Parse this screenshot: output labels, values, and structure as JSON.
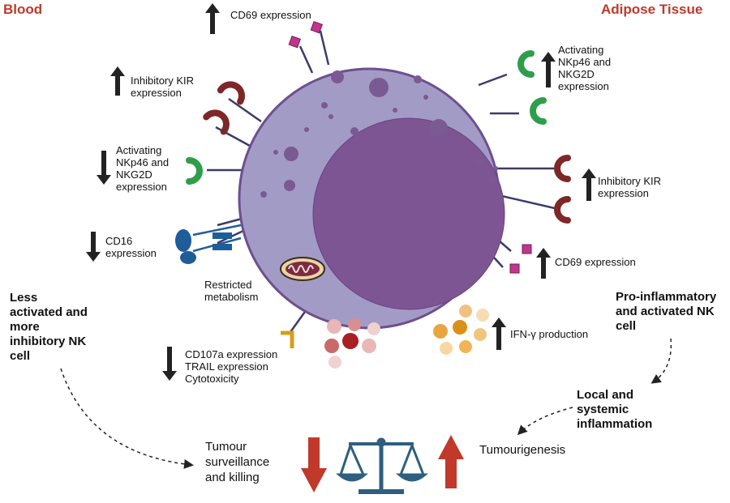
{
  "headers": {
    "blood": "Blood",
    "adipose": "Adipose Tissue"
  },
  "left": {
    "inhibitory_kir": [
      "Inhibitory KIR",
      "expression"
    ],
    "activating": [
      "Activating",
      "NKp46 and",
      "NKG2D",
      "expression"
    ],
    "cd16": [
      "CD16",
      "expression"
    ],
    "metabolism": [
      "Restricted",
      "metabolism"
    ],
    "cytotox": [
      "CD107a expression",
      "TRAIL expression",
      "Cytotoxicity"
    ],
    "summary": [
      "Less",
      "activated and",
      "more",
      "inhibitory NK",
      "cell"
    ]
  },
  "top": {
    "cd69": "CD69 expression"
  },
  "right": {
    "activating": [
      "Activating",
      "NKp46 and",
      "NKG2D",
      "expression"
    ],
    "inhibitory_kir": [
      "Inhibitory KIR",
      "expression"
    ],
    "cd69": "CD69 expression",
    "ifn": "IFN-γ production",
    "summary": [
      "Pro-inflammatory",
      "and activated NK",
      "cell"
    ],
    "inflammation": [
      "Local and",
      "systemic",
      "inflammation"
    ]
  },
  "bottom": {
    "surveillance": [
      "Tumour",
      "surveillance",
      "and killing"
    ],
    "tumourigenesis": "Tumourigenesis"
  },
  "colors": {
    "header_red": "#c0392b",
    "cell_body": "#a29bc6",
    "nucleus": "#7e5593",
    "receptor_green": "#2e9e4a",
    "receptor_maroon": "#7d2727",
    "cd69_pink": "#c2358f",
    "cd16_blue": "#1f5d99",
    "arrow_up_red": "#c0392b",
    "arrow_down_red": "#c0392b",
    "scale_blue": "#2e5f7f"
  }
}
